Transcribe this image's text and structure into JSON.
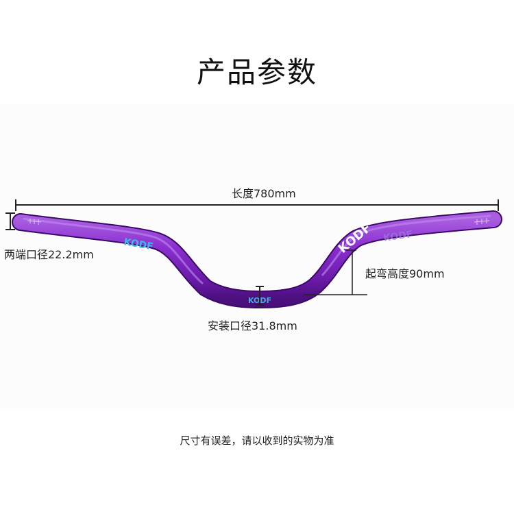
{
  "header": {
    "title": "产品参数"
  },
  "product": {
    "name": "handlebar",
    "brand_logo_text": "KODF",
    "color": "#7a22b8",
    "accent_color": "#3fb6e8"
  },
  "dimensions": {
    "length_label": "长度780mm",
    "end_diameter_label": "两端口径22.2mm",
    "rise_label": "起弯高度90mm",
    "clamp_diameter_label": "安装口径31.8mm"
  },
  "footer": {
    "note": "尺寸有误差，请以收到的实物为准"
  }
}
